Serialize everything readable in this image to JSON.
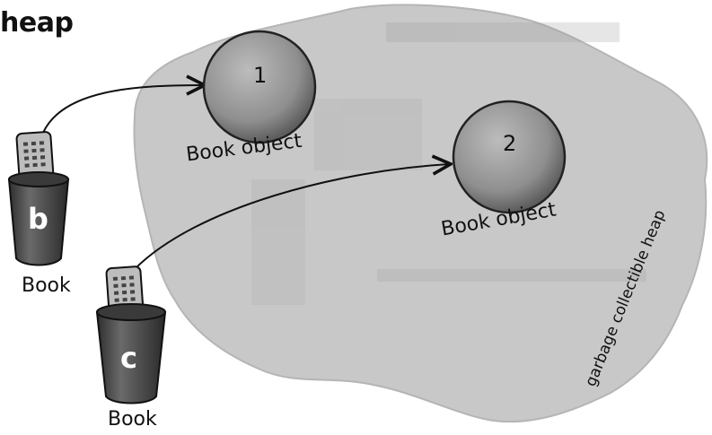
{
  "title": "heap",
  "heap_label": "garbage collectible heap",
  "objects": [
    {
      "number": "1",
      "label": "Book object"
    },
    {
      "number": "2",
      "label": "Book object"
    }
  ],
  "references": [
    {
      "variable": "b",
      "type": "Book",
      "points_to": "1"
    },
    {
      "variable": "c",
      "type": "Book",
      "points_to": "2"
    }
  ],
  "colors": {
    "heap_fill": "#c9c9c9",
    "object_fill": "#8e8e8e",
    "cup_fill": "#555555",
    "arrow": "#111111"
  }
}
